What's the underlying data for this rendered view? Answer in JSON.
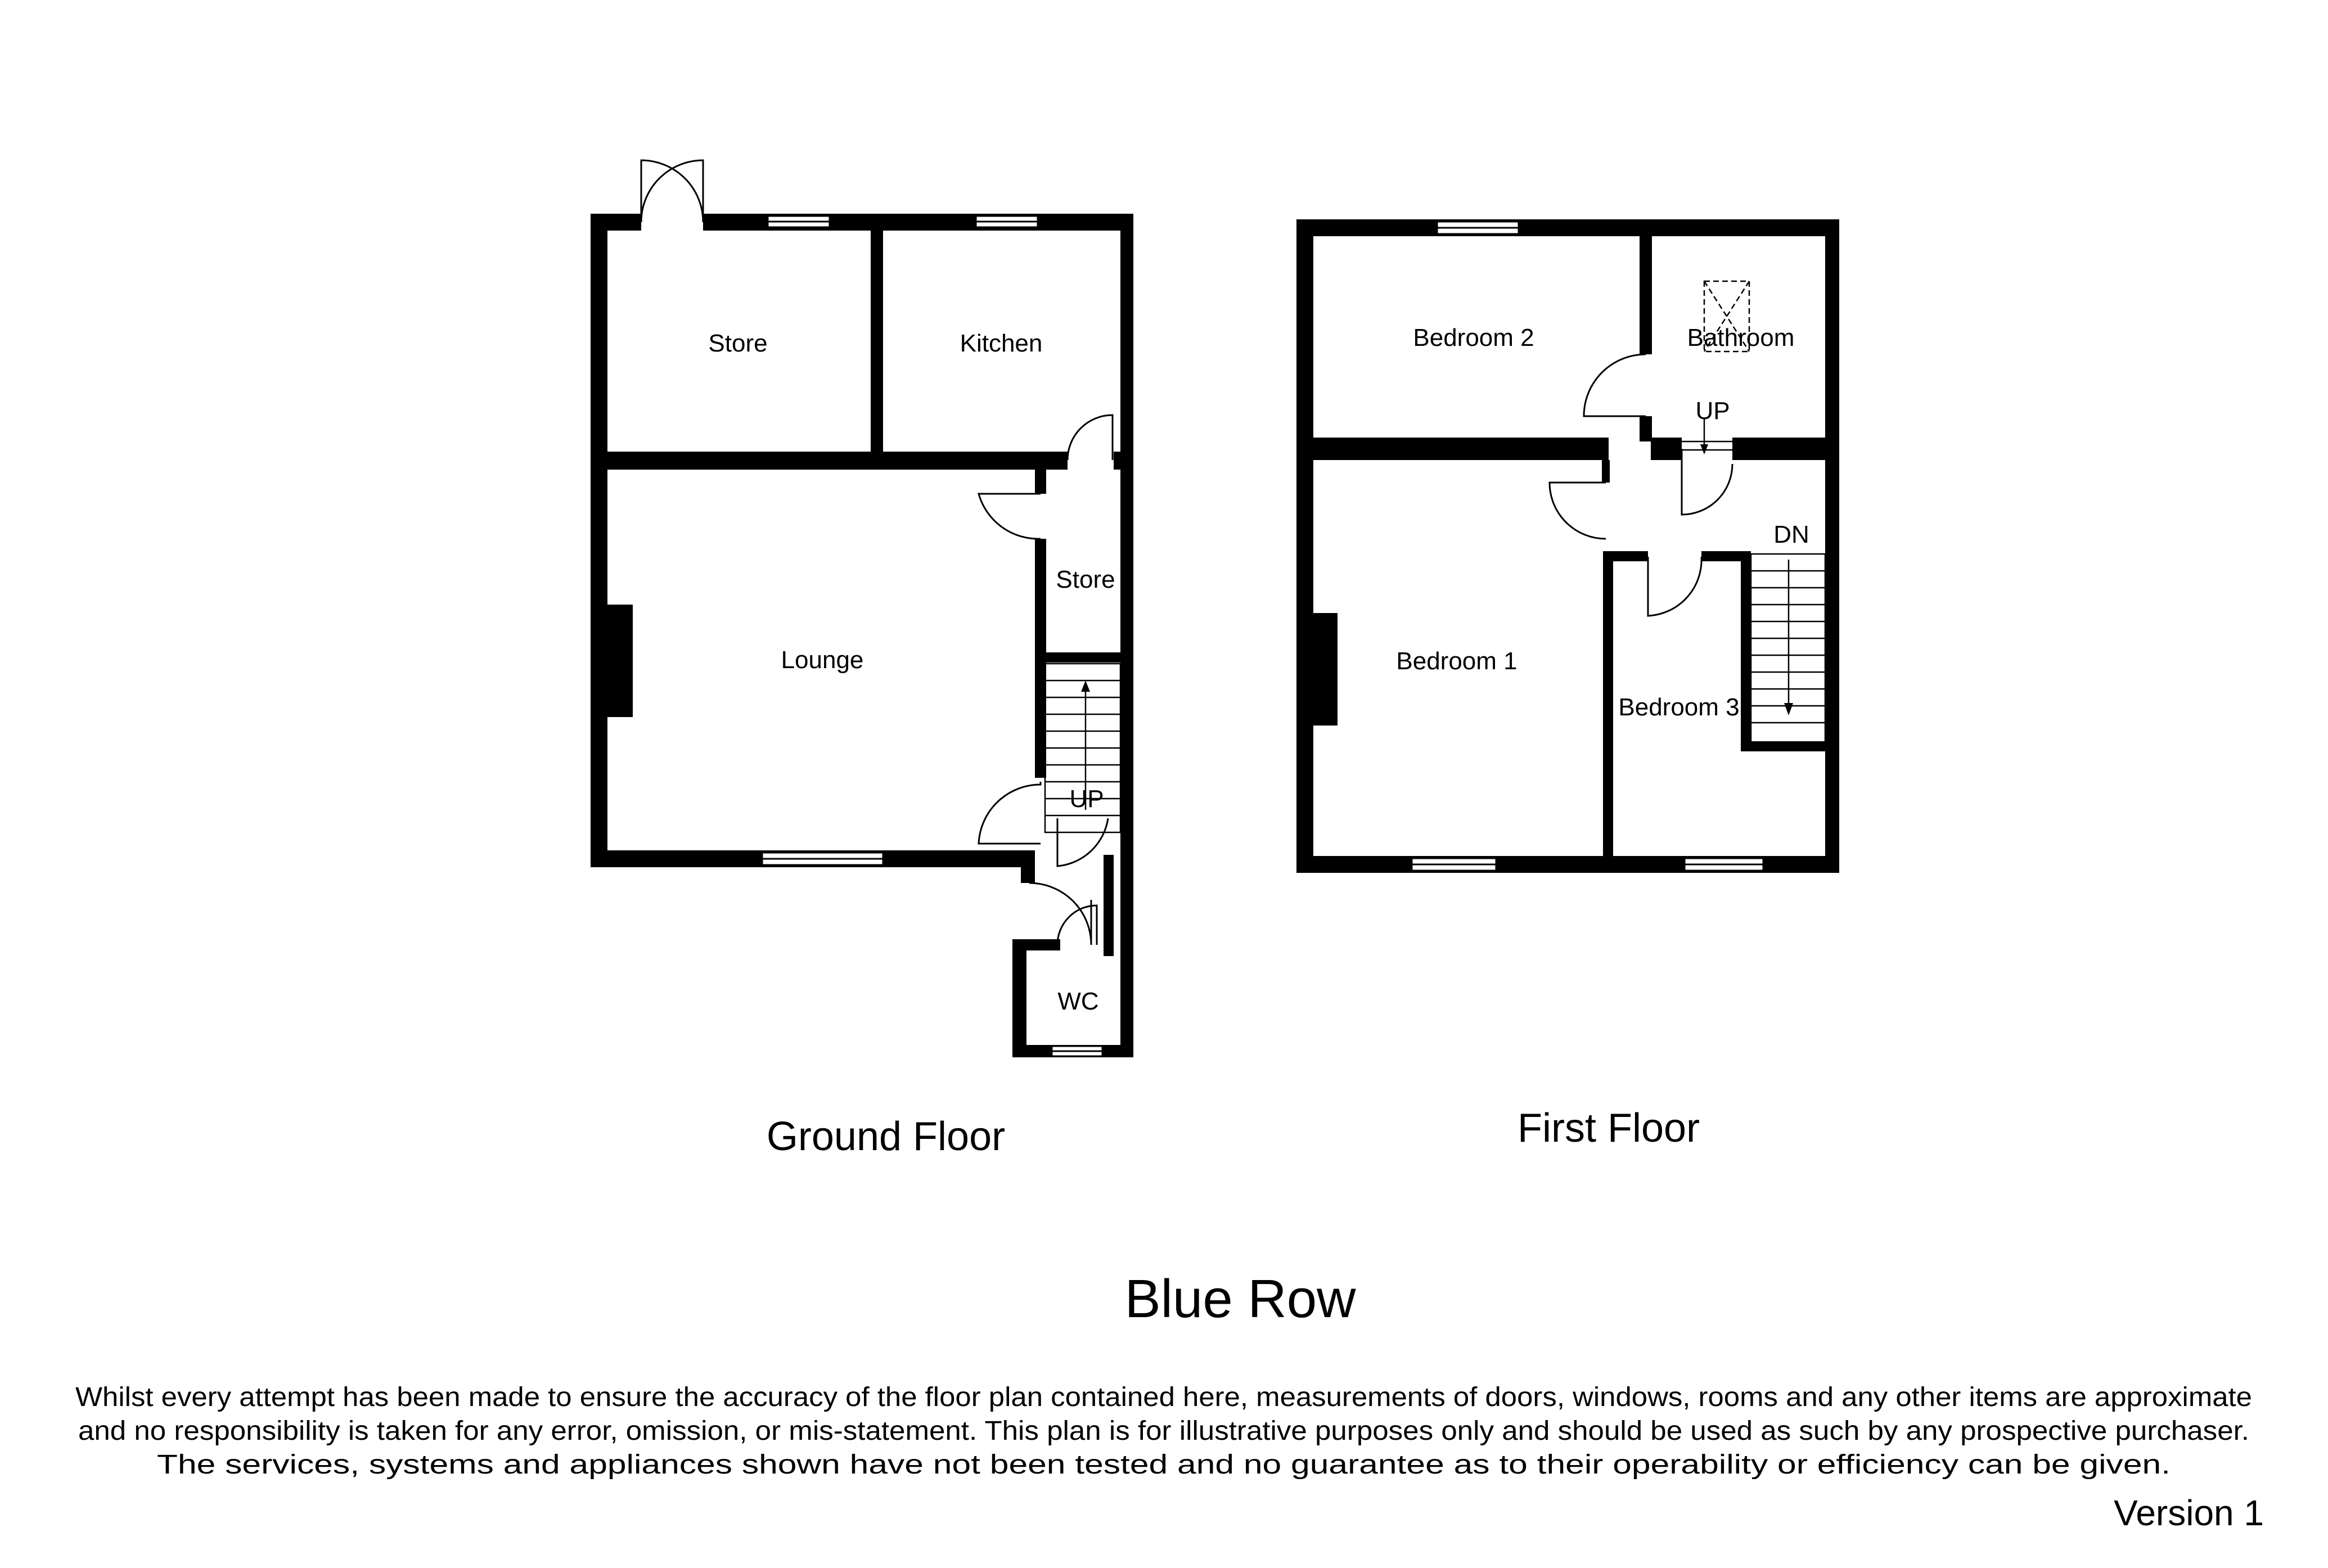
{
  "plan_title": "Blue Row",
  "floors": {
    "ground": {
      "label": "Ground Floor",
      "rooms": {
        "store_left": "Store",
        "kitchen": "Kitchen",
        "lounge": "Lounge",
        "store_right": "Store",
        "wc": "WC"
      },
      "stairs_label": "UP"
    },
    "first": {
      "label": "First Floor",
      "rooms": {
        "bedroom_2": "Bedroom 2",
        "bathroom": "Bathroom",
        "bedroom_1": "Bedroom 1",
        "bedroom_3": "Bedroom 3"
      },
      "stairs_up_label": "UP",
      "stairs_down_label": "DN"
    }
  },
  "disclaimer": [
    "Whilst every attempt has been made to ensure the accuracy of the floor plan contained here, measurements of doors, windows, rooms and any other items are approximate",
    "and no responsibility is taken for any error, omission, or mis-statement. This plan is for illustrative purposes only and should be used as such by any prospective purchaser.",
    "The services, systems and appliances shown have not been tested and no guarantee as to their operability or efficiency can be given."
  ],
  "version": "Version 1"
}
